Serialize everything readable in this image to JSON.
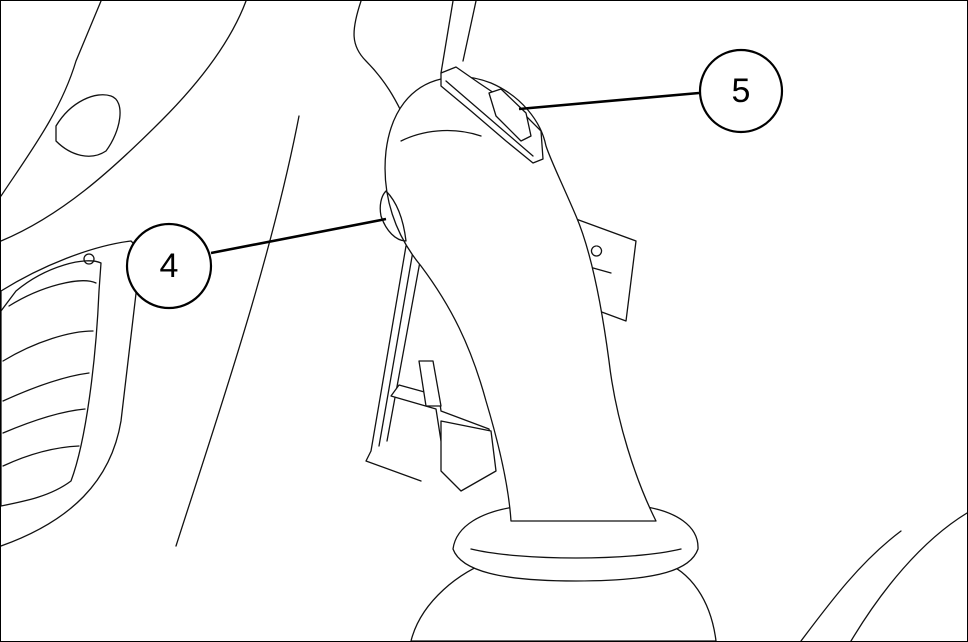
{
  "callouts": [
    {
      "id": "4",
      "label": "4"
    },
    {
      "id": "5",
      "label": "5"
    }
  ],
  "colors": {
    "line": "#111111",
    "background": "#ffffff"
  }
}
